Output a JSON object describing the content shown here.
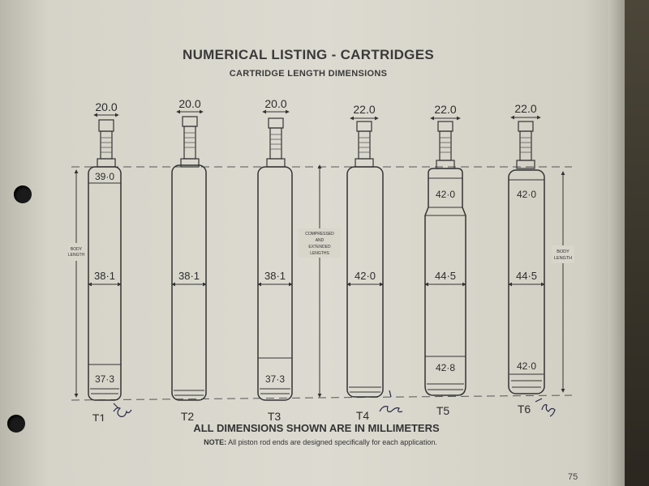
{
  "document": {
    "title": "NUMERICAL LISTING  - CARTRIDGES",
    "subtitle": "CARTRIDGE LENGTH DIMENSIONS",
    "footer_main": "ALL DIMENSIONS SHOWN ARE IN MILLIMETERS",
    "footer_note_label": "NOTE:",
    "footer_note_text": " All piston rod ends are designed specifically for each application.",
    "page_number": "75"
  },
  "annotations": {
    "body_length_left": [
      "BODY",
      "LENGTH"
    ],
    "body_length_right": [
      "BODY",
      "LENGTH"
    ],
    "compressed_extended": [
      "COMPRESSED",
      "AND",
      "EXTENDED",
      "LENGTHS"
    ]
  },
  "cartridges": [
    {
      "label": "T1",
      "rod_diameter": "20.0",
      "top_diameter": "39·0",
      "body_diameter": "38·1",
      "bottom_diameter": "37·3"
    },
    {
      "label": "T2",
      "rod_diameter": "20.0",
      "top_diameter": "",
      "body_diameter": "38·1",
      "bottom_diameter": ""
    },
    {
      "label": "T3",
      "rod_diameter": "20.0",
      "top_diameter": "",
      "body_diameter": "38·1",
      "bottom_diameter": "37·3"
    },
    {
      "label": "T4",
      "rod_diameter": "22.0",
      "top_diameter": "",
      "body_diameter": "42·0",
      "bottom_diameter": ""
    },
    {
      "label": "T5",
      "rod_diameter": "22.0",
      "top_diameter": "42·0",
      "body_diameter": "44·5",
      "bottom_diameter": "42·8"
    },
    {
      "label": "T6",
      "rod_diameter": "22.0",
      "top_diameter": "42·0",
      "body_diameter": "44·5",
      "bottom_diameter": "42·0"
    }
  ]
}
